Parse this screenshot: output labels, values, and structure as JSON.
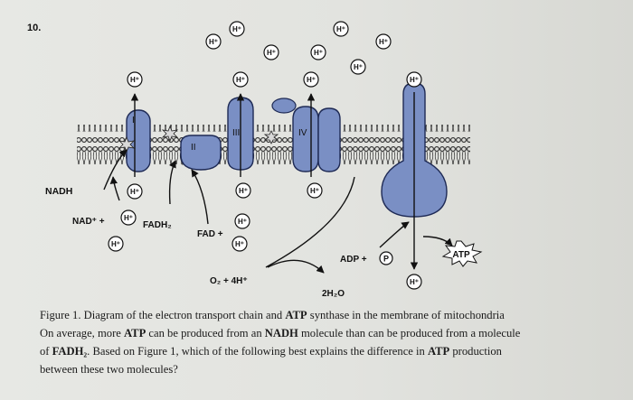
{
  "question_number": "10.",
  "hplus": "H⁺",
  "complex_labels": {
    "I": "I",
    "II": "II",
    "III": "III",
    "IV": "IV"
  },
  "labels": {
    "nadh": "NADH",
    "nad_plus": "NAD⁺ +",
    "fadh2": "FADH₂",
    "fad_plus": "FAD +",
    "o2_4h": "O₂ + 4H⁺",
    "h2o": "2H₂O",
    "adp_plus": "ADP +",
    "pi": "P",
    "atp": "ATP"
  },
  "caption": {
    "figure_prefix": "Figure 1. Diagram of the electron transport chain and ",
    "figure_bold": "ATP",
    "figure_suffix": " synthase in the membrane of mitochondria",
    "line2_a": "On average, more ",
    "line2_b": "ATP",
    "line2_c": " can be produced from an ",
    "line2_d": "NADH",
    "line2_e": " molecule than can be produced from a molecule",
    "line3_a": "of ",
    "line3_b": "FADH₂",
    "line3_c": ". Based on Figure 1, which of the following best explains the difference in ",
    "line3_d": "ATP",
    "line3_e": " production",
    "line4": "between these two molecules?"
  }
}
